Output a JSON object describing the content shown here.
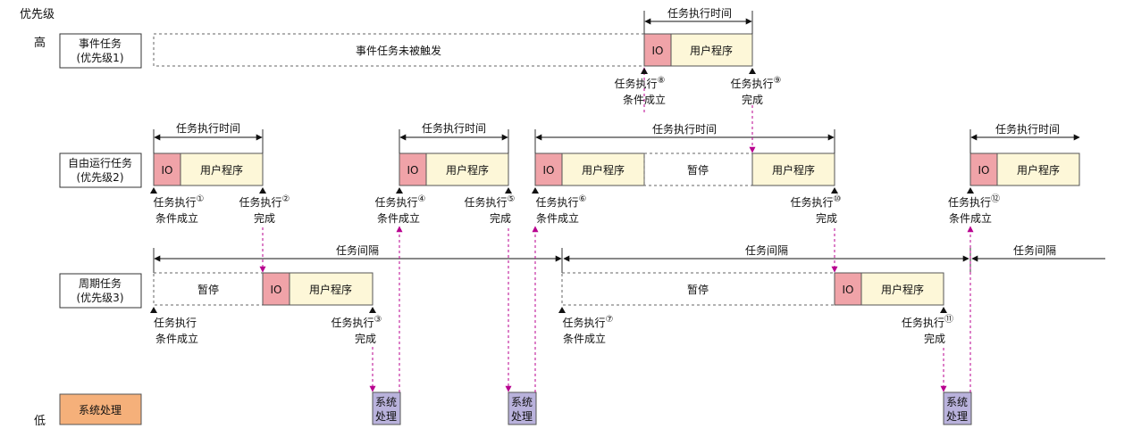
{
  "labels": {
    "priority_axis": "优先级",
    "high": "高",
    "low": "低",
    "row_event": [
      "事件任务",
      "(优先级1)"
    ],
    "row_free": [
      "自由运行任务",
      "(优先级2)"
    ],
    "row_cyclic": [
      "周期任务",
      "(优先级3)"
    ],
    "row_system": "系统处理",
    "io": "IO",
    "user_program": "用户程序",
    "pause": "暂停",
    "exec_time": "任务执行时间",
    "interval": "任务间隔",
    "event_not_triggered": "事件任务未被触发",
    "sys_block": [
      "系统",
      "处理"
    ],
    "cond_line1": "任务执行",
    "cond_line2": "条件成立",
    "done_line1": "任务执行",
    "done_line2": "完成",
    "markers": [
      "①",
      "②",
      "③",
      "④",
      "⑤",
      "⑥",
      "⑦",
      "⑧",
      "⑨",
      "⑩",
      "⑪",
      "⑫"
    ]
  },
  "colors": {
    "io_fill": "#f0a3a8",
    "program_fill": "#fdf7d8",
    "system_fill": "#f5b07a",
    "sys_block_fill": "#b9b2dc",
    "magenta": "#b8008f",
    "stroke": "#333333"
  }
}
